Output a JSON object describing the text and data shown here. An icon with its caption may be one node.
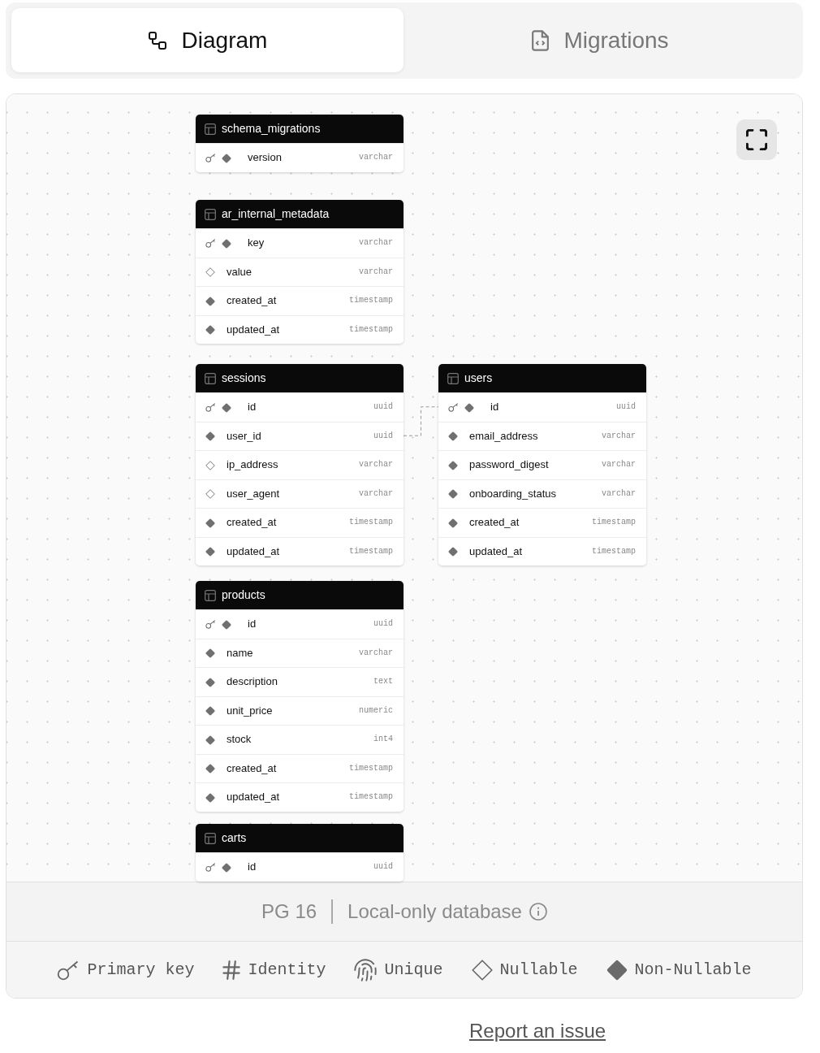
{
  "diagram": {
    "nodes": [
      {
        "text": [
          "schema_migrations"
        ]
      },
      {
        "text": [
          "version",
          "varchar"
        ],
        "in": 0
      },
      {
        "text": [
          "ar_internal_metadata"
        ]
      },
      {
        "text": [
          "key",
          "varchar"
        ],
        "in": 2
      },
      {
        "text": [
          "value",
          "varchar"
        ],
        "in": 2
      },
      {
        "text": [
          "created_at",
          "timestamp"
        ],
        "in": 2
      },
      {
        "text": [
          "updated_at",
          "timestamp"
        ],
        "in": 2
      },
      {
        "text": [
          "sessions"
        ]
      },
      {
        "text": [
          "id",
          "uuid"
        ],
        "in": 7
      },
      {
        "text": [
          "user_id",
          "uuid"
        ],
        "in": 7
      },
      {
        "text": [
          "ip_address",
          "varchar"
        ],
        "in": 7
      },
      {
        "text": [
          "user_agent",
          "varchar"
        ],
        "in": 7
      },
      {
        "text": [
          "created_at",
          "timestamp"
        ],
        "in": 7
      },
      {
        "text": [
          "updated_at",
          "timestamp"
        ],
        "in": 7
      },
      {
        "text": [
          "users"
        ]
      },
      {
        "text": [
          "id",
          "uuid"
        ],
        "in": 14
      },
      {
        "text": [
          "email_address",
          "varchar"
        ],
        "in": 14
      },
      {
        "text": [
          "password_digest",
          "varchar"
        ],
        "in": 14
      },
      {
        "text": [
          "onboarding_status",
          "varchar"
        ],
        "in": 14
      },
      {
        "text": [
          "created_at",
          "timestamp"
        ],
        "in": 14
      },
      {
        "text": [
          "updated_at",
          "timestamp"
        ],
        "in": 14
      },
      {
        "text": [
          "products"
        ]
      },
      {
        "text": [
          "id",
          "uuid"
        ],
        "in": 21
      },
      {
        "text": [
          "name",
          "varchar"
        ],
        "in": 21
      },
      {
        "text": [
          "description",
          "text"
        ],
        "in": 21
      },
      {
        "text": [
          "unit_price",
          "numeric"
        ],
        "in": 21
      },
      {
        "text": [
          "stock",
          "int4"
        ],
        "in": 21
      },
      {
        "text": [
          "created_at",
          "timestamp"
        ],
        "in": 21
      },
      {
        "text": [
          "updated_at",
          "timestamp"
        ],
        "in": 21
      },
      {
        "text": [
          "carts"
        ]
      },
      {
        "text": [
          "id",
          "uuid"
        ],
        "in": 29
      }
    ],
    "edges": [
      {
        "from": 9,
        "to": 15,
        "arrow": "none",
        "style": "dashed"
      }
    ],
    "labels": [
      "Diagram",
      "Migrations",
      "PG 16",
      "Local-only database",
      "Report an issue"
    ],
    "legend": [
      {
        "text": "Primary key"
      },
      {
        "text": "Identity"
      },
      {
        "text": "Unique"
      },
      {
        "text": "Nullable"
      },
      {
        "text": "Non-Nullable"
      }
    ]
  }
}
